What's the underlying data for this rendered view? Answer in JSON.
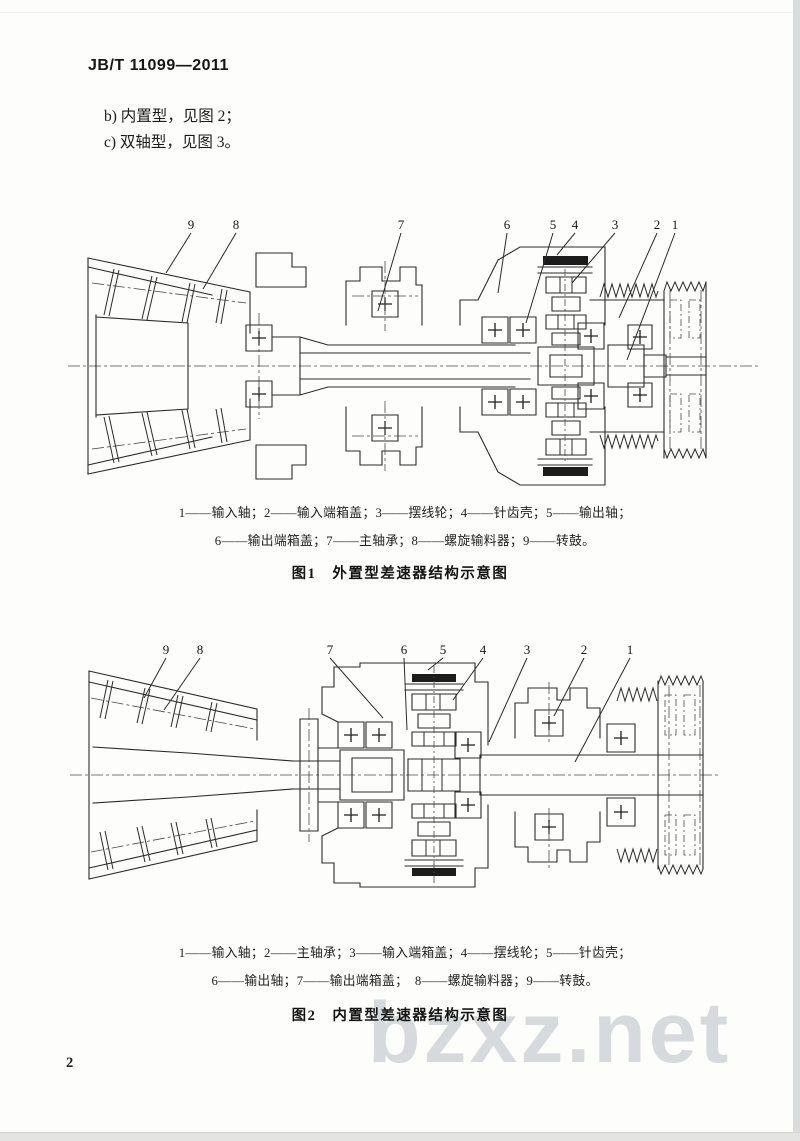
{
  "page": {
    "header_code": "JB/T 11099—2011",
    "page_number": "2",
    "watermark": "bzxz.net"
  },
  "intro": {
    "items": [
      "b) 内置型，见图 2；",
      "c) 双轴型，见图 3。"
    ]
  },
  "figure1": {
    "callouts": [
      "9",
      "8",
      "7",
      "6",
      "5",
      "4",
      "3",
      "2",
      "1"
    ],
    "legend_lines": [
      "1——输入轴；2——输入端箱盖；3——摆线轮；4——针齿壳；5——输出轴；",
      "6——输出端箱盖；7——主轴承；8——螺旋输料器；9——转鼓。"
    ],
    "caption": "图1　外置型差速器结构示意图"
  },
  "figure2": {
    "callouts": [
      "9",
      "8",
      "7",
      "6",
      "5",
      "4",
      "3",
      "2",
      "1"
    ],
    "legend_lines": [
      "1——输入轴；2——主轴承；3——输入端箱盖；4——摆线轮；5——针齿壳；",
      "6——输出轴；7——输出端箱盖；　8——螺旋输料器；9——转鼓。"
    ],
    "caption": "图2　内置型差速器结构示意图"
  }
}
